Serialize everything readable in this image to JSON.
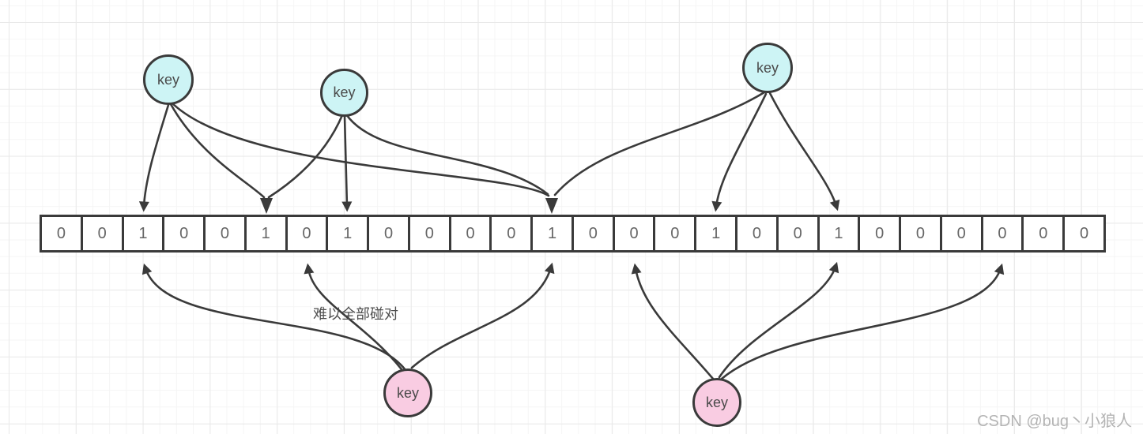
{
  "bit_array": {
    "bits": [
      "0",
      "0",
      "1",
      "0",
      "0",
      "1",
      "0",
      "1",
      "0",
      "0",
      "0",
      "0",
      "1",
      "0",
      "0",
      "0",
      "1",
      "0",
      "0",
      "1",
      "0",
      "0",
      "0",
      "0",
      "0",
      "0"
    ]
  },
  "keys": {
    "top": [
      {
        "label": "key"
      },
      {
        "label": "key"
      },
      {
        "label": "key"
      }
    ],
    "bottom": [
      {
        "label": "key"
      },
      {
        "label": "key"
      }
    ]
  },
  "arrows": {
    "top": [
      {
        "from": "top-key-1",
        "to_cell_index": 2
      },
      {
        "from": "top-key-1",
        "to_cell_index": 5
      },
      {
        "from": "top-key-1",
        "to_cell_index": 12
      },
      {
        "from": "top-key-2",
        "to_cell_index": 5
      },
      {
        "from": "top-key-2",
        "to_cell_index": 7
      },
      {
        "from": "top-key-2",
        "to_cell_index": 12
      },
      {
        "from": "top-key-3",
        "to_cell_index": 12
      },
      {
        "from": "top-key-3",
        "to_cell_index": 16
      },
      {
        "from": "top-key-3",
        "to_cell_index": 19
      }
    ],
    "bottom": [
      {
        "from": "bottom-key-1",
        "to_cell_index": 2
      },
      {
        "from": "bottom-key-1",
        "to_cell_index": 6
      },
      {
        "from": "bottom-key-1",
        "to_cell_index": 12
      },
      {
        "from": "bottom-key-2",
        "to_cell_index": 14
      },
      {
        "from": "bottom-key-2",
        "to_cell_index": 19
      },
      {
        "from": "bottom-key-2",
        "to_cell_index": 23
      }
    ]
  },
  "annotation": {
    "text": "难以全部碰对"
  },
  "watermark": {
    "text": "CSDN @bug丶小狼人"
  },
  "colors": {
    "stroke": "#3a3a3a",
    "top_key_fill": "#cdf4f5",
    "bottom_key_fill": "#f9cce2",
    "digit": "#666666",
    "annotation": "#4d4d4d",
    "watermark": "#b4b4b4"
  }
}
